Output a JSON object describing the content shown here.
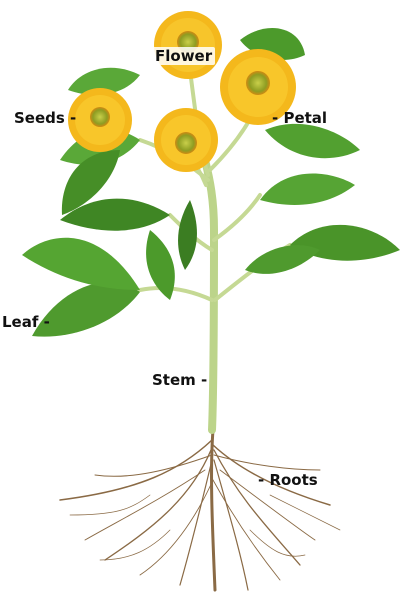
{
  "labels": {
    "flower": "Flower",
    "seeds": "Seeds -",
    "petal": "- Petal",
    "leaf": "Leaf -",
    "stem": "Stem -",
    "roots": "- Roots"
  },
  "colors": {
    "leaf": "#4f9a2e",
    "leaf_dark": "#3b7d22",
    "stem": "#bcd48a",
    "petal": "#f4b81c",
    "center": "#9aa92a",
    "root": "#8a6a45"
  }
}
